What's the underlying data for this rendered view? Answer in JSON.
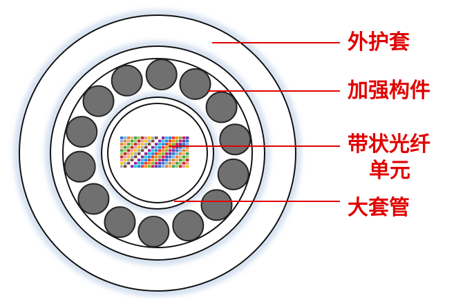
{
  "colors": {
    "label_red": "#e00000",
    "leader_red": "#e00000",
    "outline": "#111111",
    "rod_fill": "#707070",
    "rod_stroke": "#222222",
    "glow": "#c9d8ec",
    "background": "#ffffff"
  },
  "labels": {
    "outer_sheath": "外护套",
    "strength_member": "加强构件",
    "ribbon_unit_line1": "带状光纤",
    "ribbon_unit_line2": "单元",
    "loose_tube": "大套管"
  },
  "ribbon": {
    "columns": [
      "#2f74c8",
      "#7fb2e8",
      "#e8822a",
      "#f2b27a",
      "#43a047",
      "#9ccc65",
      "#c62828",
      "#ef9a9a",
      "#f5c518",
      "#b0b0b0",
      "#6d4c41",
      "#ffffff",
      "#8e24aa",
      "#26c6da",
      "#1e88e5",
      "#e53935",
      "#fb8c00",
      "#7cb342",
      "#d81b60",
      "#5e35b1"
    ],
    "rows": 10
  },
  "strength_members": {
    "count": 14
  }
}
